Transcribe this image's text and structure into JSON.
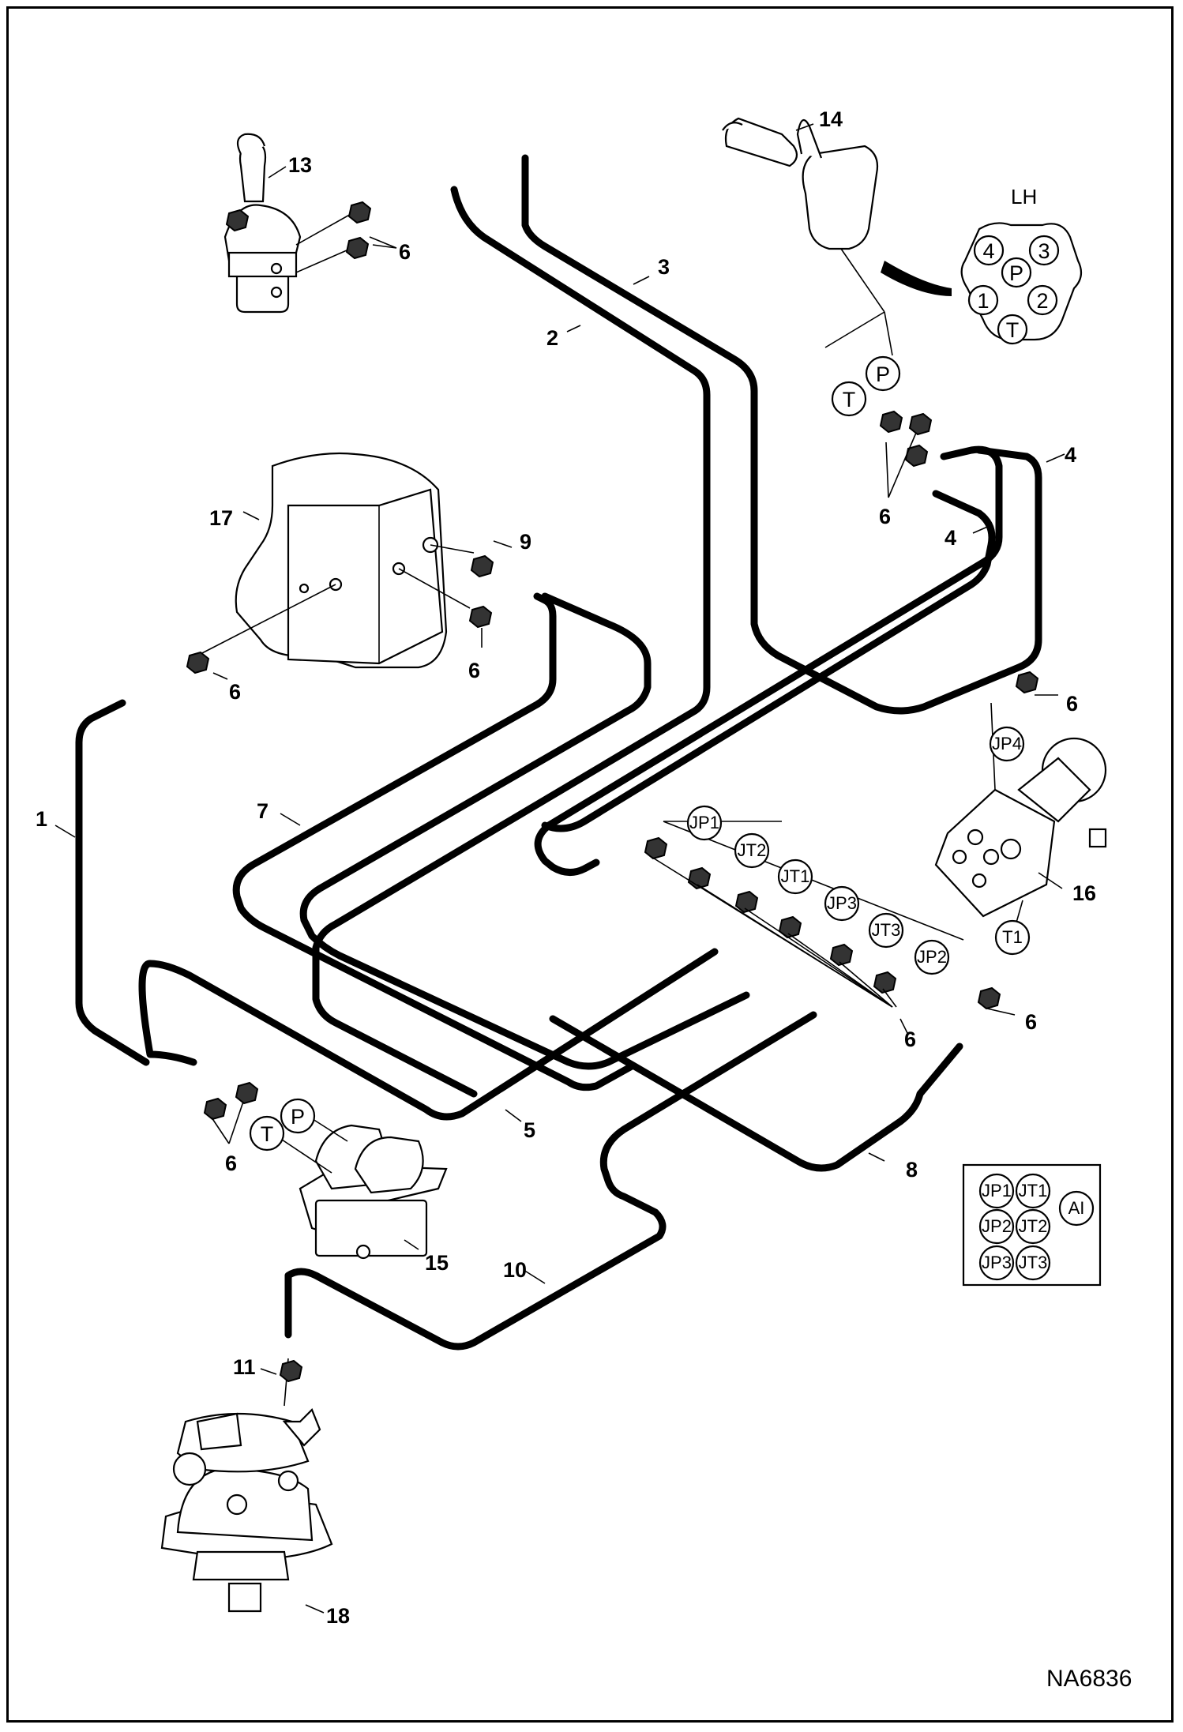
{
  "figure_id": "NA6836",
  "callouts": [
    {
      "id": "c1",
      "label": "1"
    },
    {
      "id": "c2",
      "label": "2"
    },
    {
      "id": "c3",
      "label": "3"
    },
    {
      "id": "c4a",
      "label": "4"
    },
    {
      "id": "c4b",
      "label": "4"
    },
    {
      "id": "c5",
      "label": "5"
    },
    {
      "id": "c6a",
      "label": "6"
    },
    {
      "id": "c6b",
      "label": "6"
    },
    {
      "id": "c6c",
      "label": "6"
    },
    {
      "id": "c6d",
      "label": "6"
    },
    {
      "id": "c6e",
      "label": "6"
    },
    {
      "id": "c6f",
      "label": "6"
    },
    {
      "id": "c6g",
      "label": "6"
    },
    {
      "id": "c6h",
      "label": "6"
    },
    {
      "id": "c7",
      "label": "7"
    },
    {
      "id": "c8",
      "label": "8"
    },
    {
      "id": "c9",
      "label": "9"
    },
    {
      "id": "c10",
      "label": "10"
    },
    {
      "id": "c11",
      "label": "11"
    },
    {
      "id": "c13",
      "label": "13"
    },
    {
      "id": "c14",
      "label": "14"
    },
    {
      "id": "c15",
      "label": "15"
    },
    {
      "id": "c16",
      "label": "16"
    },
    {
      "id": "c17",
      "label": "17"
    },
    {
      "id": "c18",
      "label": "18"
    }
  ],
  "port_tags": [
    {
      "id": "t_T14",
      "label": "T"
    },
    {
      "id": "t_P14",
      "label": "P"
    },
    {
      "id": "t_JP1",
      "label": "JP1"
    },
    {
      "id": "t_JT2",
      "label": "JT2"
    },
    {
      "id": "t_JT1",
      "label": "JT1"
    },
    {
      "id": "t_JP3",
      "label": "JP3"
    },
    {
      "id": "t_JT3",
      "label": "JT3"
    },
    {
      "id": "t_JP2",
      "label": "JP2"
    },
    {
      "id": "t_JP4",
      "label": "JP4"
    },
    {
      "id": "t_T1",
      "label": "T1"
    },
    {
      "id": "t_T15",
      "label": "T"
    },
    {
      "id": "t_P15",
      "label": "P"
    }
  ],
  "lh_port_map": {
    "title": "LH",
    "ports": [
      "4",
      "3",
      "P",
      "1",
      "2",
      "T"
    ]
  },
  "legend_ports": [
    "JP1",
    "JT1",
    "AI",
    "JP2",
    "JT2",
    "JP3",
    "JT3"
  ]
}
